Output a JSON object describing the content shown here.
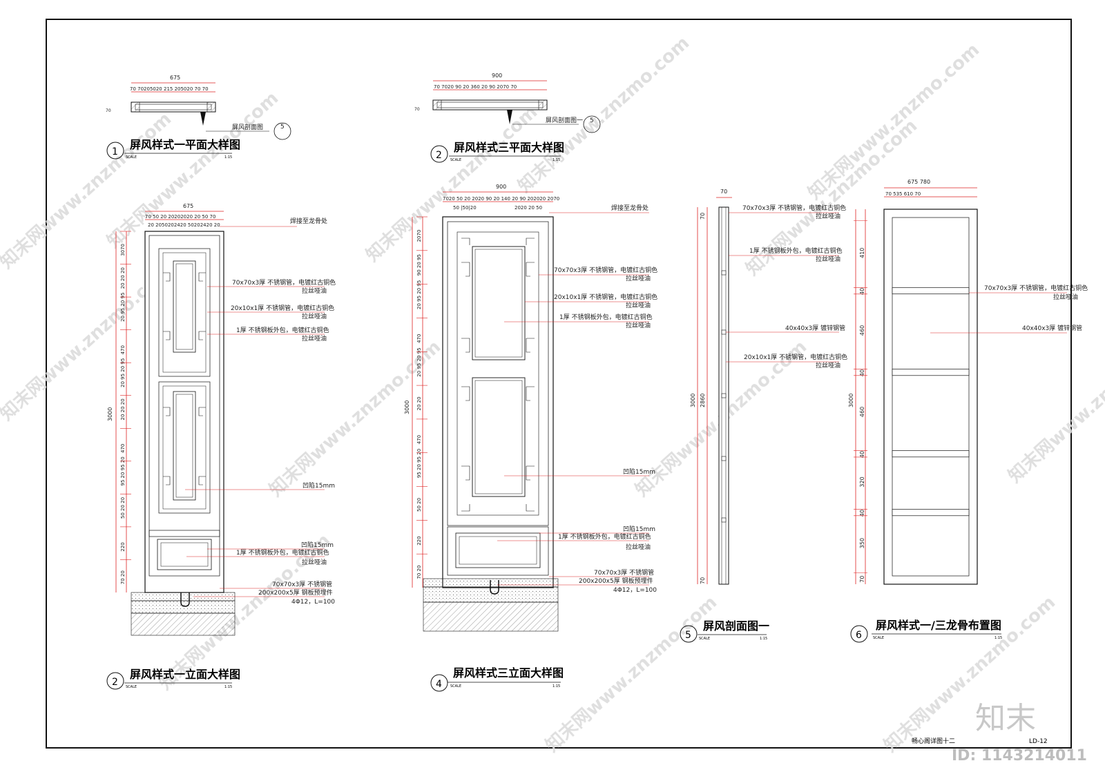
{
  "sheet": {
    "name": "畅心阁详图十二",
    "number": "LD-12",
    "logo": "知末",
    "id": "ID: 1143214011",
    "watermark": "知末网www.znzmo.com"
  },
  "views": [
    {
      "num": "1",
      "title": "屏风样式一平面大样图",
      "scale": "1:15",
      "scale_label": "SCALE"
    },
    {
      "num": "2",
      "title": "屏风样式三平面大样图",
      "scale": "1:15",
      "scale_label": "SCALE"
    },
    {
      "num": "2",
      "title": "屏风样式一立面大样图",
      "scale": "1:15",
      "scale_label": "SCALE"
    },
    {
      "num": "4",
      "title": "屏风样式三立面大样图",
      "scale": "1:15",
      "scale_label": "SCALE"
    },
    {
      "num": "5",
      "title": "屏风剖面图一",
      "scale": "1:15",
      "scale_label": "SCALE"
    },
    {
      "num": "6",
      "title": "屏风样式一/三龙骨布置图",
      "scale": "1:15",
      "scale_label": "SCALE"
    }
  ],
  "callouts": {
    "section_ref_1": "屏风剖面图",
    "section_ref_2": "屏风剖面图一",
    "section_ref_num": "5"
  },
  "dims": {
    "plan1_total": "675",
    "plan1_parts": "70  70205020   215   205020 70  70",
    "plan2_total": "900",
    "plan2_parts": "70  7020 90 20   360   20 90 2070  70",
    "elev1_total": "675",
    "elev1_top": "70   50 20 20202020 20  50  70",
    "elev1_bot": "20  2050202420 50202420  20",
    "elev1_height": "3000",
    "elev2_total": "900",
    "elev2_top": "7020  50 20 2020 90 20 140  20 90  202020 2070",
    "elev2_bot": "50 |50|20",
    "elev2_height": "3000",
    "sec_width": "70",
    "sec_height": "3000",
    "sec_inner": "2860",
    "sec_bot": "70",
    "frame_top": "675  780",
    "frame_parts": "70    535  610    70",
    "frame_height": "3000",
    "frame_rows": [
      "410",
      "40",
      "460",
      "40",
      "460",
      "40",
      "320",
      "40",
      "350",
      "70"
    ],
    "elev1_rows": [
      "3070",
      "20 20 20",
      "20 95 20 95",
      "470",
      "20 95 20 95",
      "20 20 20",
      "470",
      "95 20 95 20",
      "50 20 20",
      "220",
      "70 20"
    ],
    "elev2_rows": [
      "2070",
      "90 20 95",
      "20 95 20 95",
      "470",
      "20 95 20 95",
      "20 20",
      "470",
      "95 20 95 20",
      "50 20",
      "220",
      "70 20"
    ]
  },
  "notes": {
    "weld": "焊接至龙骨处",
    "n1a": "70x70x3厚 不锈钢管，电镀红古铜色",
    "n1b": "拉丝哑油",
    "n2a": "20x10x1厚 不锈钢管，电镀红古铜色",
    "n2b": "拉丝哑油",
    "n3a": "1厚 不锈钢板外包，电镀红古铜色",
    "n3b": "拉丝哑油",
    "recess": "凹陷15mm",
    "n4a": "凹陷15mm",
    "n4b": "1厚 不锈钢板外包，电镀红古铜色",
    "n4c": "拉丝哑油",
    "base1": "70x70x3厚 不锈钢管",
    "base2": "200x200x5厚 钢板预埋件",
    "base3": "4Φ12，L=100",
    "sec1a": "70x70x3厚 不锈钢管，电镀红古铜色",
    "sec1b": "拉丝哑油",
    "sec2a": "1厚 不锈钢板外包，电镀红古铜色",
    "sec2b": "拉丝哑油",
    "sec3": "40x40x3厚 镀锌钢管",
    "sec4a": "20x10x1厚 不锈钢管，电镀红古铜色",
    "sec4b": "拉丝哑油",
    "fr1a": "70x70x3厚 不锈钢管，电镀红古铜色",
    "fr1b": "拉丝哑油",
    "fr2": "40x40x3厚 镀锌钢管"
  },
  "colors": {
    "dim_red": "#d22",
    "line": "#111",
    "watermark": "#dcdcdc"
  }
}
